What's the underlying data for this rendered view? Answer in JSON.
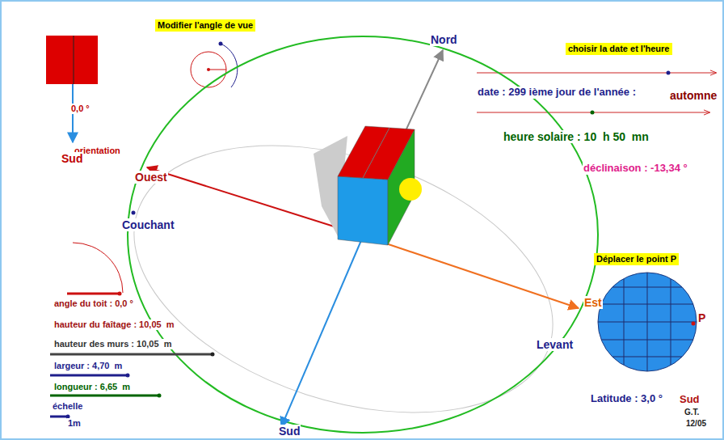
{
  "diagram": {
    "nodes": [
      {
        "text": [
          "Modifier l'angle de vue"
        ]
      },
      {
        "text": [
          "choisir la date et l'heure"
        ]
      },
      {
        "text": [
          "Déplacer le point P"
        ]
      }
    ],
    "labels": [
      "0,0 °",
      "orientation",
      "Sud",
      "Nord",
      "date : 299 ième jour de l'année :",
      "automne",
      "heure solaire : 10  h 50  mn",
      "déclinaison : -13,34 °",
      "Ouest",
      "Couchant",
      "Est",
      "Levant",
      "P",
      "angle du toit : 0,0 °",
      "hauteur du faîtage : 10,05  m",
      "hauteur des murs : 10,05  m",
      "largeur : 4,70  m",
      "longueur : 6,65  m",
      "Latitude : 3,0 °",
      "Sud",
      "échelle",
      "1m",
      "G.T.",
      "12/05",
      "Sud"
    ]
  }
}
